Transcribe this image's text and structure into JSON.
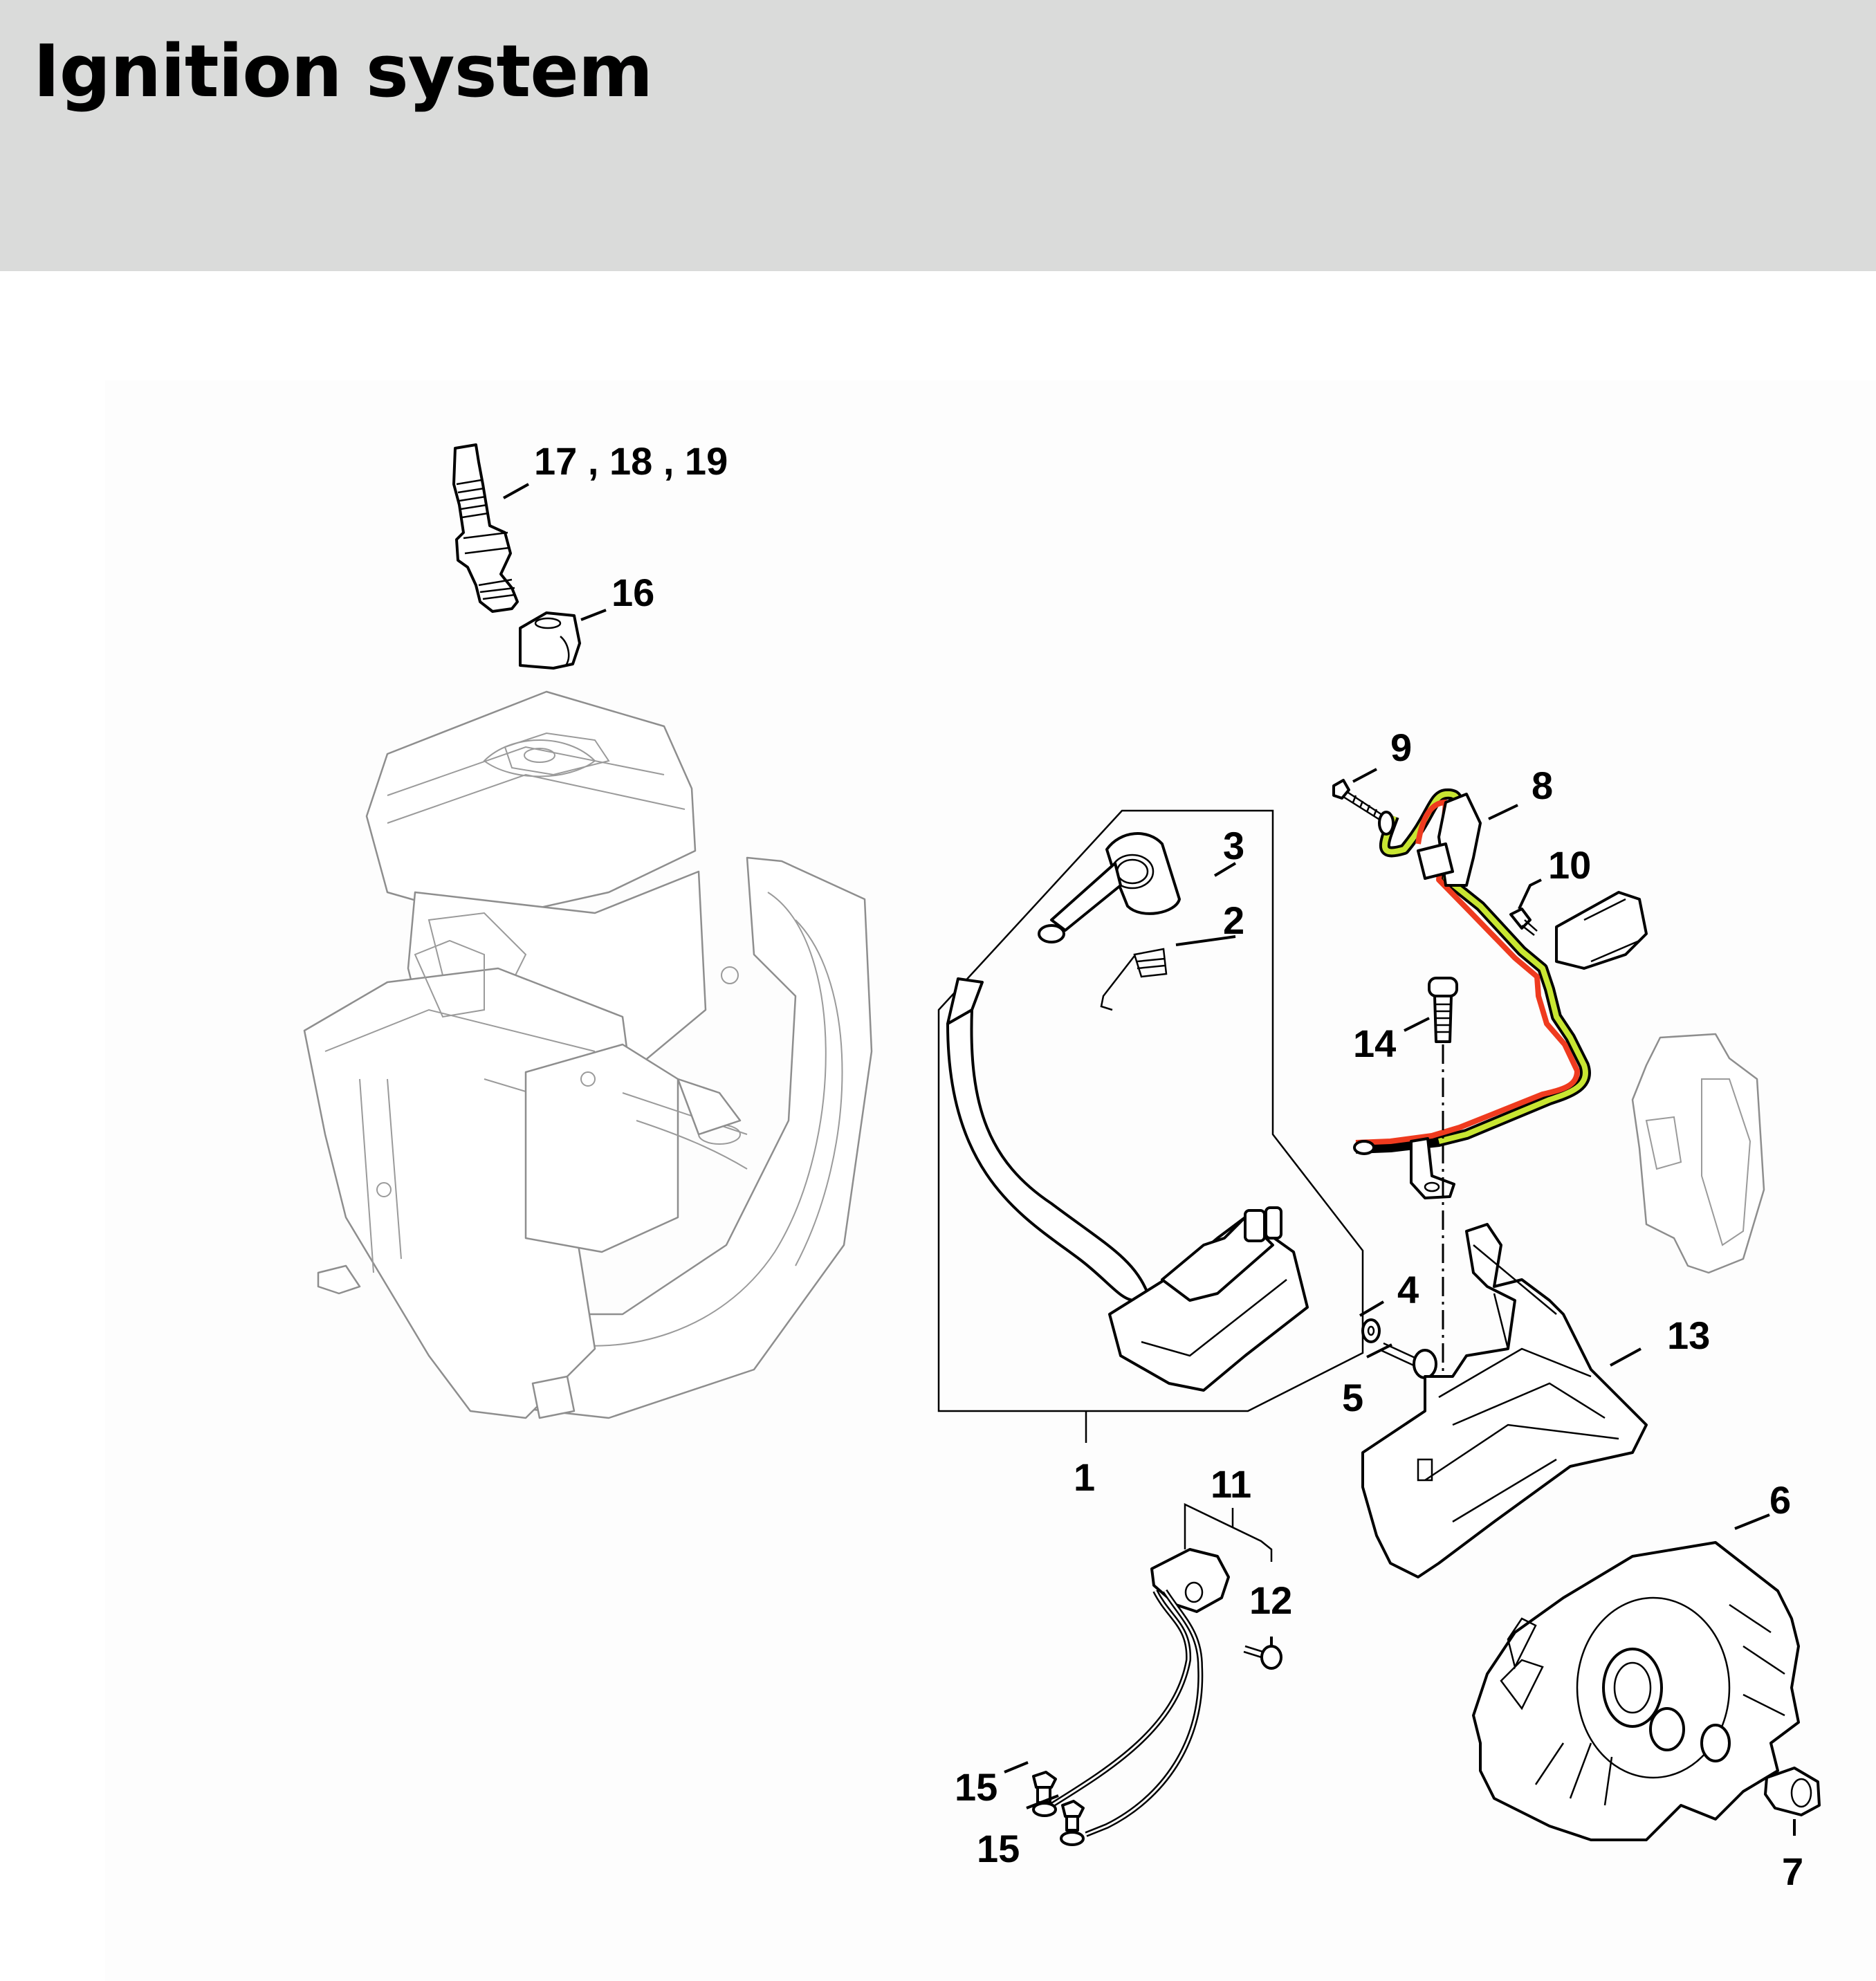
{
  "header": {
    "title": "Ignition system"
  },
  "colors": {
    "header_bg": "#dadbda",
    "wire_red": "#ef3b1f",
    "wire_green": "#c8e632",
    "context_gray": "#8e8e8e"
  },
  "callouts": [
    {
      "id": "c17",
      "text": "17 , 18 , 19",
      "part": "spark-plug"
    },
    {
      "id": "c16",
      "text": "16",
      "part": "spark-plug-boot-cap"
    },
    {
      "id": "c9",
      "text": "9",
      "part": "screw"
    },
    {
      "id": "c8",
      "text": "8",
      "part": "wiring-harness"
    },
    {
      "id": "c10",
      "text": "10",
      "part": "screw"
    },
    {
      "id": "c3",
      "text": "3",
      "part": "spark-plug-boot"
    },
    {
      "id": "c2",
      "text": "2",
      "part": "leg-spring"
    },
    {
      "id": "c14",
      "text": "14",
      "part": "screw"
    },
    {
      "id": "c4",
      "text": "4",
      "part": "washer"
    },
    {
      "id": "c5",
      "text": "5",
      "part": "screw"
    },
    {
      "id": "c13",
      "text": "13",
      "part": "carrier"
    },
    {
      "id": "c1",
      "text": "1",
      "part": "ignition-module"
    },
    {
      "id": "c11",
      "text": "11",
      "part": "short-circuit-wire-set"
    },
    {
      "id": "c12",
      "text": "12",
      "part": "screw"
    },
    {
      "id": "c6",
      "text": "6",
      "part": "flywheel"
    },
    {
      "id": "c15a",
      "text": "15",
      "part": "screw"
    },
    {
      "id": "c15b",
      "text": "15",
      "part": "screw"
    },
    {
      "id": "c7",
      "text": "7",
      "part": "nut"
    }
  ]
}
